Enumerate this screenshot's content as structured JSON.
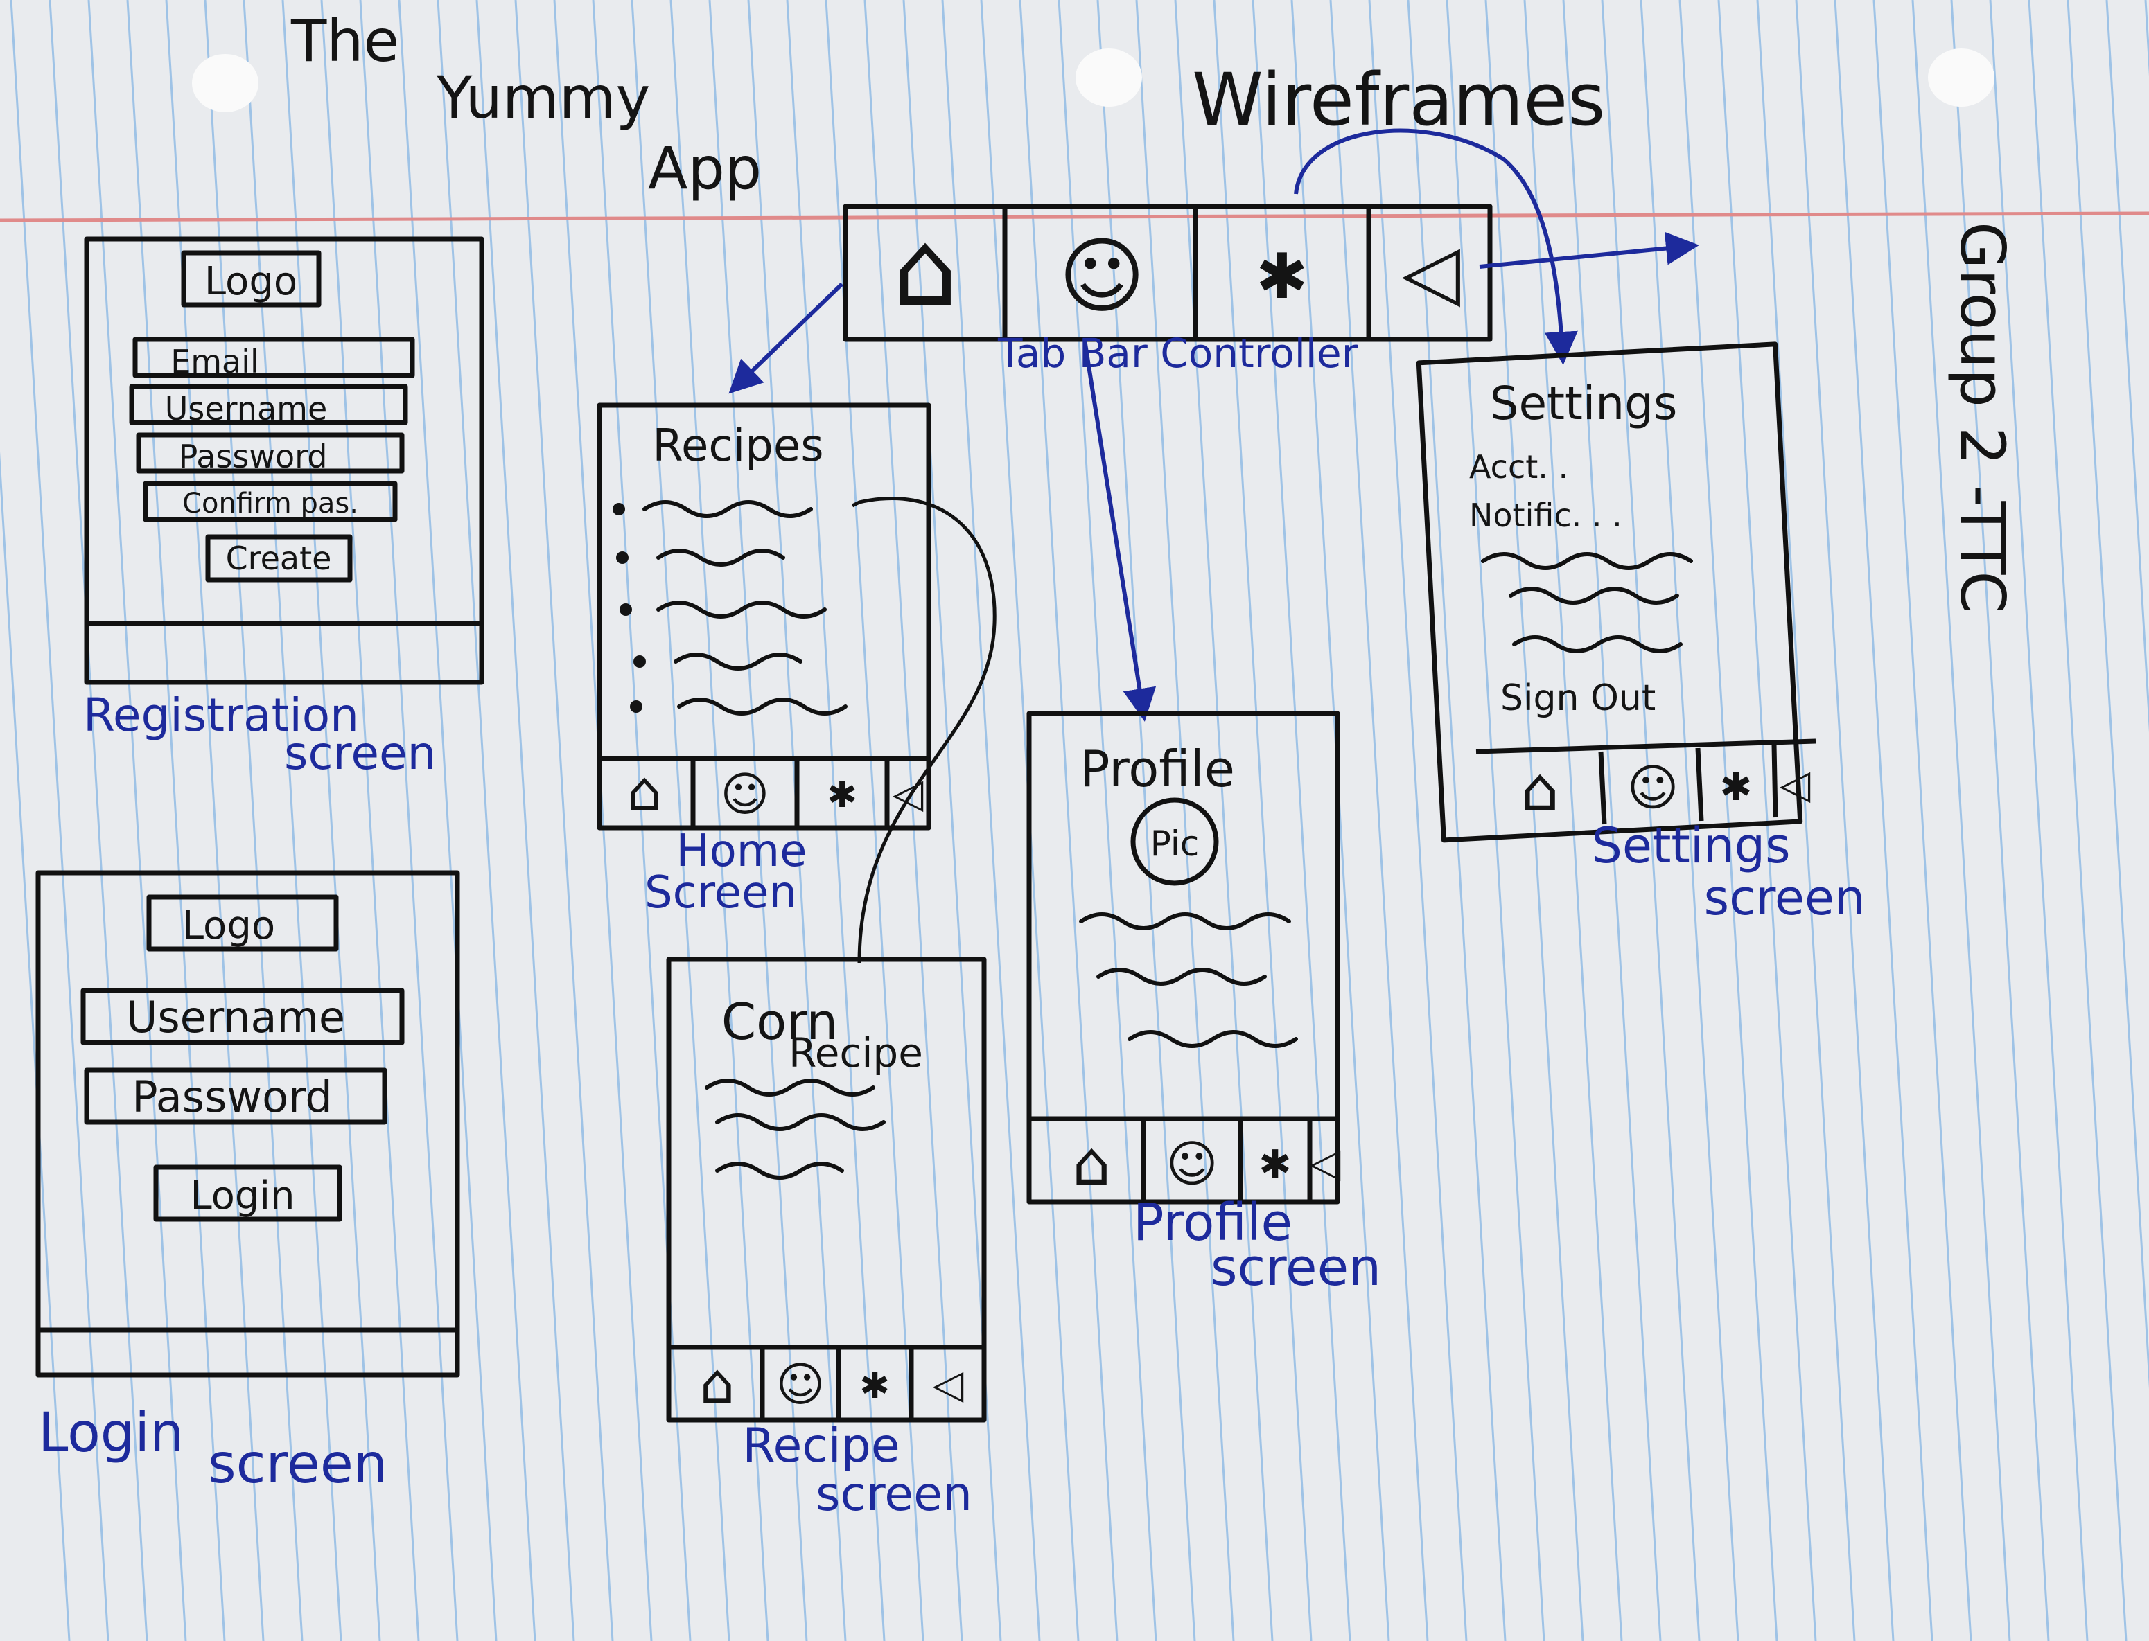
{
  "title": {
    "line1": "The",
    "line2": "Yummy",
    "line3": "App"
  },
  "heading": "Wireframes",
  "group": "Group 2 -TTC",
  "tabbar": {
    "label": "Tab Bar Controller",
    "icons": [
      "home-icon",
      "smiley-icon",
      "asterisk-icon",
      "triangle-icon"
    ],
    "glyphs": {
      "home": "⌂",
      "smiley": "☺",
      "asterisk": "✱",
      "triangle": "◁"
    }
  },
  "registration": {
    "logo": "Logo",
    "fields": [
      "Email",
      "Username",
      "Password",
      "Confirm pas."
    ],
    "button": "Create",
    "caption1": "Registration",
    "caption2": "screen"
  },
  "login": {
    "logo": "Logo",
    "fields": [
      "Username",
      "Password"
    ],
    "button": "Login",
    "caption1": "Login",
    "caption2": "screen"
  },
  "home": {
    "title": "Recipes",
    "caption1": "Home",
    "caption2": "Screen"
  },
  "recipe": {
    "title1": "Corn",
    "title2": "Recipe",
    "caption1": "Recipe",
    "caption2": "screen"
  },
  "profile": {
    "title": "Profile",
    "pic": "Pic",
    "caption1": "Profile",
    "caption2": "screen"
  },
  "settings": {
    "title": "Settings",
    "items": [
      "Acct. .",
      "Notific. . ."
    ],
    "signout": "Sign Out",
    "caption1": "Settings",
    "caption2": "screen"
  },
  "colors": {
    "paper": "#e9ebee",
    "ruled": "#9fc3e6",
    "margin": "#e08a8a",
    "ink": "#141414",
    "pen": "#1d2a9c"
  }
}
